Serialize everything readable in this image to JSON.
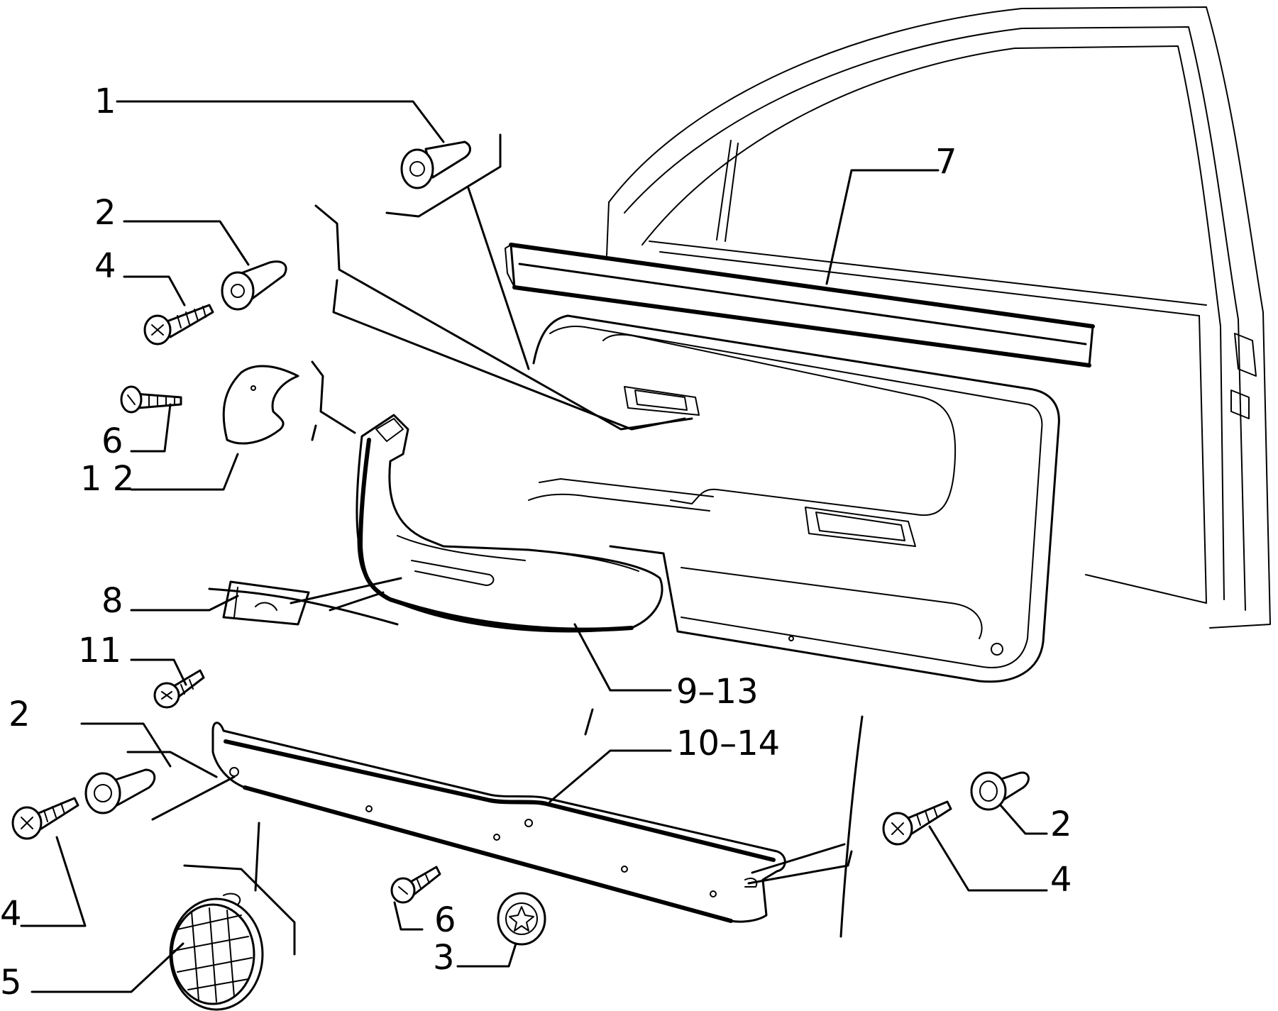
{
  "diagram": {
    "callouts": [
      {
        "id": "c1",
        "text": "1"
      },
      {
        "id": "c2a",
        "text": "2"
      },
      {
        "id": "c4a",
        "text": "4"
      },
      {
        "id": "c6a",
        "text": "6"
      },
      {
        "id": "c12",
        "text": "1 2"
      },
      {
        "id": "c7",
        "text": "7"
      },
      {
        "id": "c8",
        "text": "8"
      },
      {
        "id": "c11",
        "text": "11"
      },
      {
        "id": "c913",
        "text": "9–13"
      },
      {
        "id": "c2b",
        "text": "2"
      },
      {
        "id": "c1014",
        "text": "10–14"
      },
      {
        "id": "c4b",
        "text": "4"
      },
      {
        "id": "c5",
        "text": "5"
      },
      {
        "id": "c6b",
        "text": "6"
      },
      {
        "id": "c3",
        "text": "3"
      },
      {
        "id": "c2c",
        "text": "2"
      },
      {
        "id": "c4c",
        "text": "4"
      }
    ]
  }
}
